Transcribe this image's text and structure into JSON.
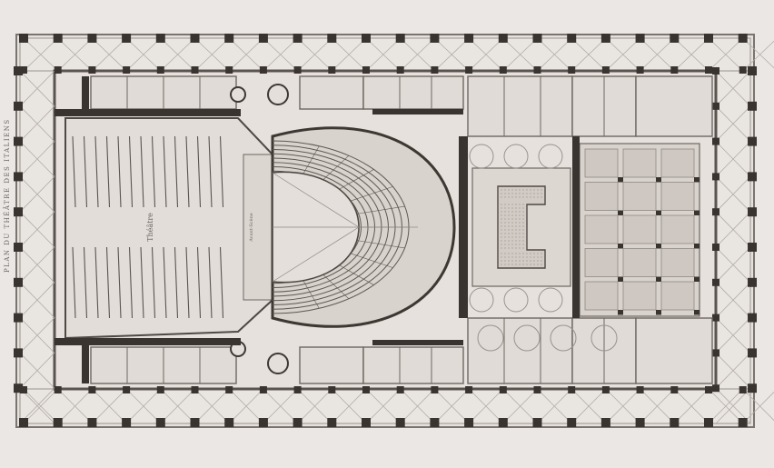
{
  "plan": {
    "margin_text": "PLAN DU THÉÂTRE DES ITALIENS",
    "label_scene": "Théâtre",
    "label_proscenium": "Avant-Scène"
  },
  "colors": {
    "paper": "#ebe7e4",
    "ink": "#37312d",
    "line": "#8f8882",
    "fill_light": "#e2ddd9",
    "fill_mid": "#d6d0cb",
    "fill_dark": "#c9c2bc"
  }
}
